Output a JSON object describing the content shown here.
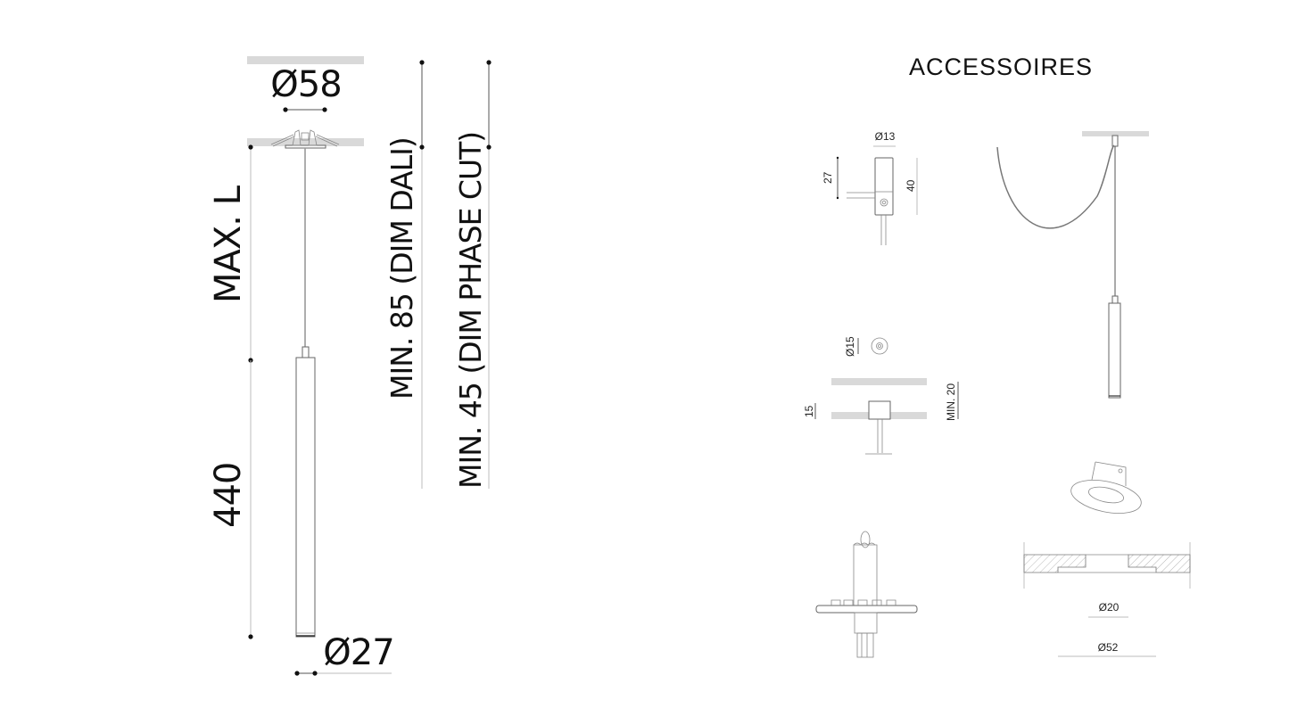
{
  "main_drawing": {
    "diameter_top": "Ø58",
    "diameter_bottom": "Ø27",
    "max_length_label": "MAX. L",
    "body_length_label": "440",
    "min_dali_label": "MIN. 85 (DIM DALI)",
    "min_phase_cut_label": "MIN. 45 (DIM PHASE CUT)"
  },
  "accessories": {
    "title": "ACCESSOIRES",
    "clamp": {
      "diameter": "Ø13",
      "height_a": "27",
      "height_b": "40"
    },
    "ceiling_cap": {
      "diameter": "Ø15",
      "depth": "15",
      "min_thickness": "MIN. 20"
    },
    "trimless": {
      "inner_diameter": "Ø20",
      "outer_diameter": "Ø52"
    }
  },
  "colors": {
    "ceiling": "#d9d9d9",
    "dimension_line": "#bdbdbd",
    "text": "#111111"
  }
}
